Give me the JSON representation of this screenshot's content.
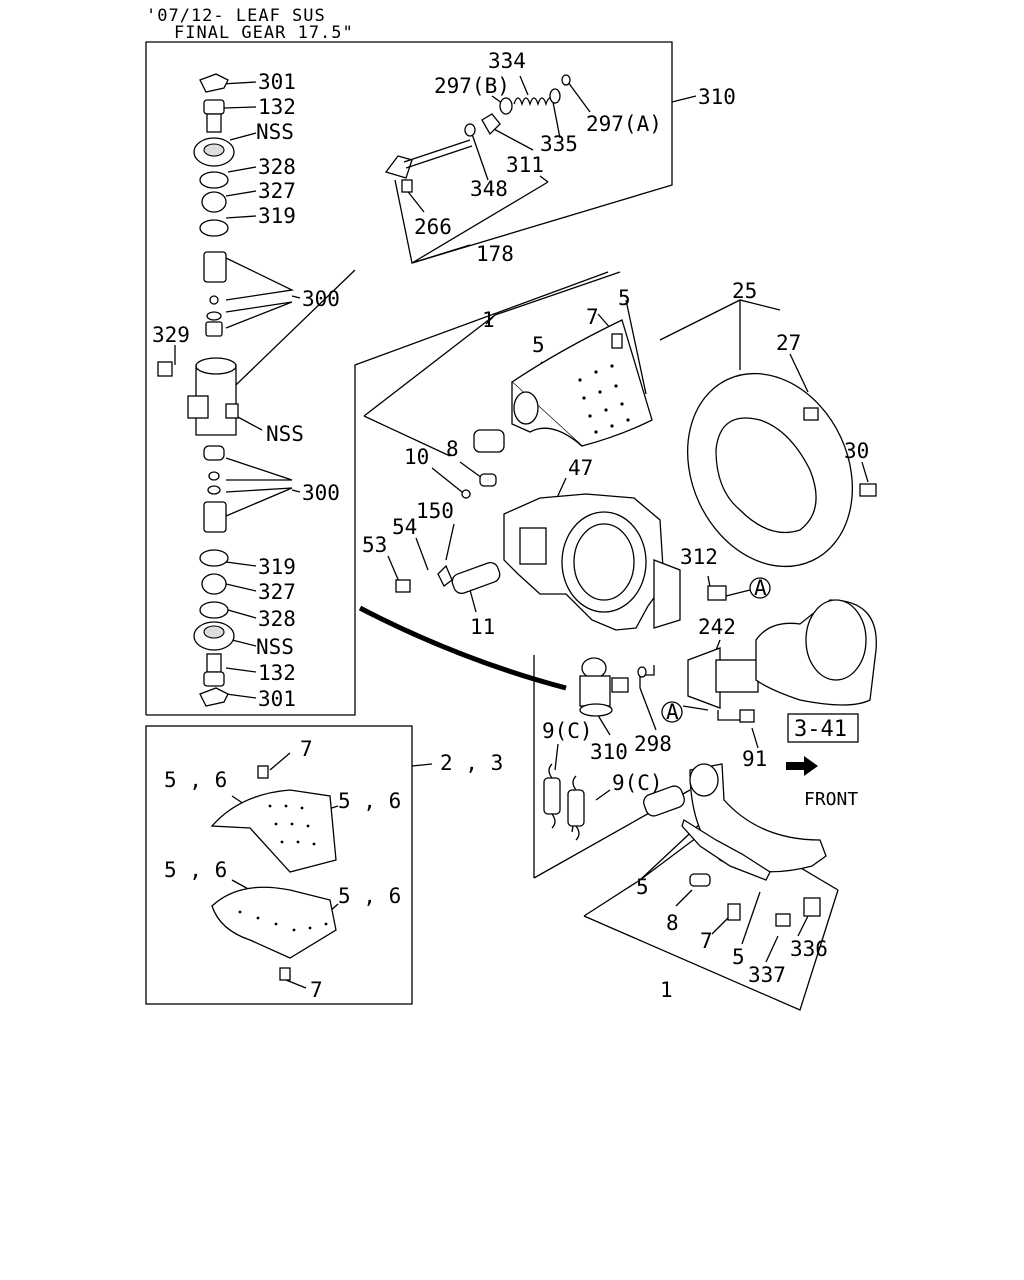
{
  "header": {
    "line1": "'07/12- LEAF SUS",
    "line2": "FINAL GEAR 17.5\""
  },
  "labels": {
    "l301a": "301",
    "l132a": "132",
    "lNSSa": "NSS",
    "l328a": "328",
    "l327a": "327",
    "l319a": "319",
    "l300a": "300",
    "l329": "329",
    "lNSSb": "NSS",
    "l300b": "300",
    "l319b": "319",
    "l327b": "327",
    "l328b": "328",
    "lNSSc": "NSS",
    "l132b": "132",
    "l301b": "301",
    "l334": "334",
    "l297b": "297(B)",
    "l297a": "297(A)",
    "l310a": "310",
    "l335": "335",
    "l311": "311",
    "l348": "348",
    "l266": "266",
    "l178": "178",
    "l1a": "1",
    "l5a": "5",
    "l7a": "7",
    "l5b": "5",
    "l25": "25",
    "l27": "27",
    "l30": "30",
    "l10": "10",
    "l8a": "8",
    "l47": "47",
    "l150": "150",
    "l54": "54",
    "l53": "53",
    "l11": "11",
    "l312": "312",
    "lA1": "A",
    "l242": "242",
    "lA2": "A",
    "l9c1": "9(C)",
    "l310b": "310",
    "l298": "298",
    "l91": "91",
    "l9c2": "9(C)",
    "l5c": "5",
    "l8b": "8",
    "l7b": "7",
    "l5d": "5",
    "l337": "337",
    "l336": "336",
    "l1b": "1",
    "l7c": "7",
    "l56a": "5 , 6",
    "l23": "2 , 3",
    "l56b": "5 , 6",
    "l56c": "5 , 6",
    "l56d": "5 , 6",
    "l7d": "7"
  },
  "ref_box": "3-41",
  "front_label": "FRONT"
}
